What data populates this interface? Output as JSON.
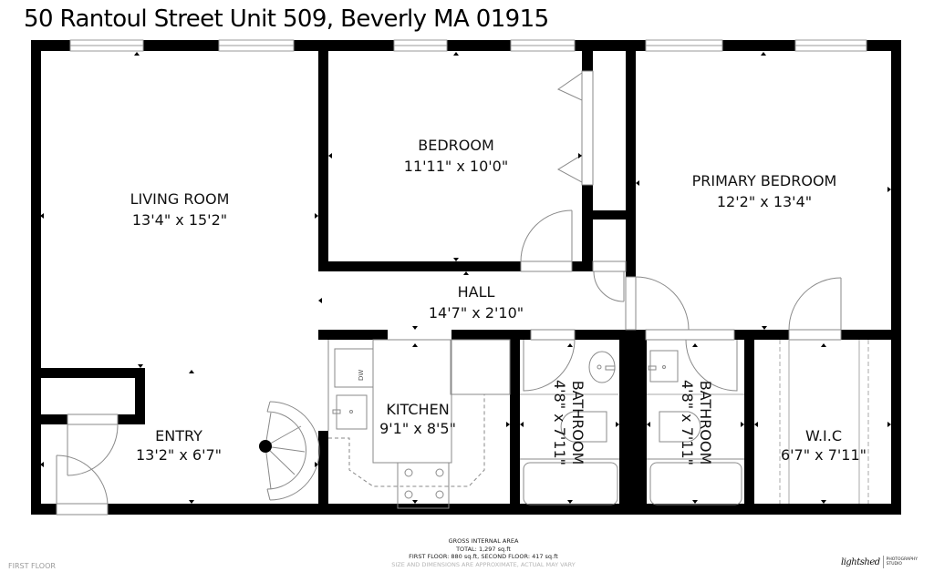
{
  "header": {
    "title": "50 Rantoul Street Unit 509, Beverly MA 01915"
  },
  "rooms": {
    "living_room": {
      "name": "LIVING ROOM",
      "dims": "13'4\" x 15'2\""
    },
    "bedroom": {
      "name": "BEDROOM",
      "dims": "11'11\" x 10'0\""
    },
    "primary_bedroom": {
      "name": "PRIMARY BEDROOM",
      "dims": "12'2\" x 13'4\""
    },
    "hall": {
      "name": "HALL",
      "dims": "14'7\" x 2'10\""
    },
    "kitchen": {
      "name": "KITCHEN",
      "dims": "9'1\" x 8'5\"",
      "appliance_label": "DW"
    },
    "entry": {
      "name": "ENTRY",
      "dims": "13'2\" x 6'7\""
    },
    "bathroom_1": {
      "name": "BATHROOM",
      "dims": "4'8\" x 7'11\""
    },
    "bathroom_2": {
      "name": "BATHROOM",
      "dims": "4'8\" x 7'11\""
    },
    "wic": {
      "name": "W.I.C",
      "dims": "6'7\" x 7'11\""
    }
  },
  "footer": {
    "area_heading": "GROSS INTERNAL AREA",
    "total": "TOTAL: 1,297 sq.ft",
    "floors": "FIRST FLOOR: 880 sq.ft, SECOND FLOOR: 417 sq.ft",
    "disclaimer": "SIZE AND DIMENSIONS ARE APPROXIMATE, ACTUAL MAY VARY",
    "floor_name": "FIRST FLOOR"
  },
  "logo": {
    "script": "lightshed",
    "line1": "PHOTOGRAPHY",
    "line2": "STUDIO"
  },
  "colors": {
    "wall": "#000000",
    "fixture": "#8a8a8a",
    "background": "#ffffff"
  }
}
